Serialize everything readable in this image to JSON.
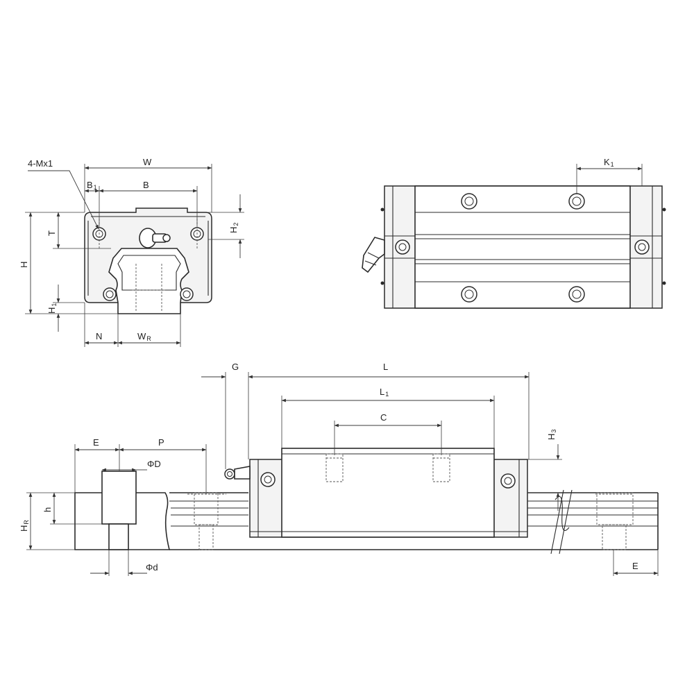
{
  "front_view": {
    "labels": {
      "mx": "4-Mx1",
      "w": "W",
      "b1": "B",
      "b1_sub": "1",
      "b": "B",
      "h2": "H",
      "h2_sub": "2",
      "t": "T",
      "h": "H",
      "h1": "H",
      "h1_sub": "1",
      "n": "N",
      "wr": "W",
      "wr_sub": "R"
    }
  },
  "top_view": {
    "labels": {
      "k1": "K",
      "k1_sub": "1"
    }
  },
  "side_view": {
    "labels": {
      "g": "G",
      "l": "L",
      "l1": "L",
      "l1_sub": "1",
      "c": "C",
      "h3": "H",
      "h3_sub": "3",
      "e_left": "E",
      "p": "P",
      "phi_big_d": "ΦD",
      "hr": "H",
      "hr_sub": "R",
      "h_small": "h",
      "phi_small_d": "Φd",
      "e_right": "E"
    }
  }
}
